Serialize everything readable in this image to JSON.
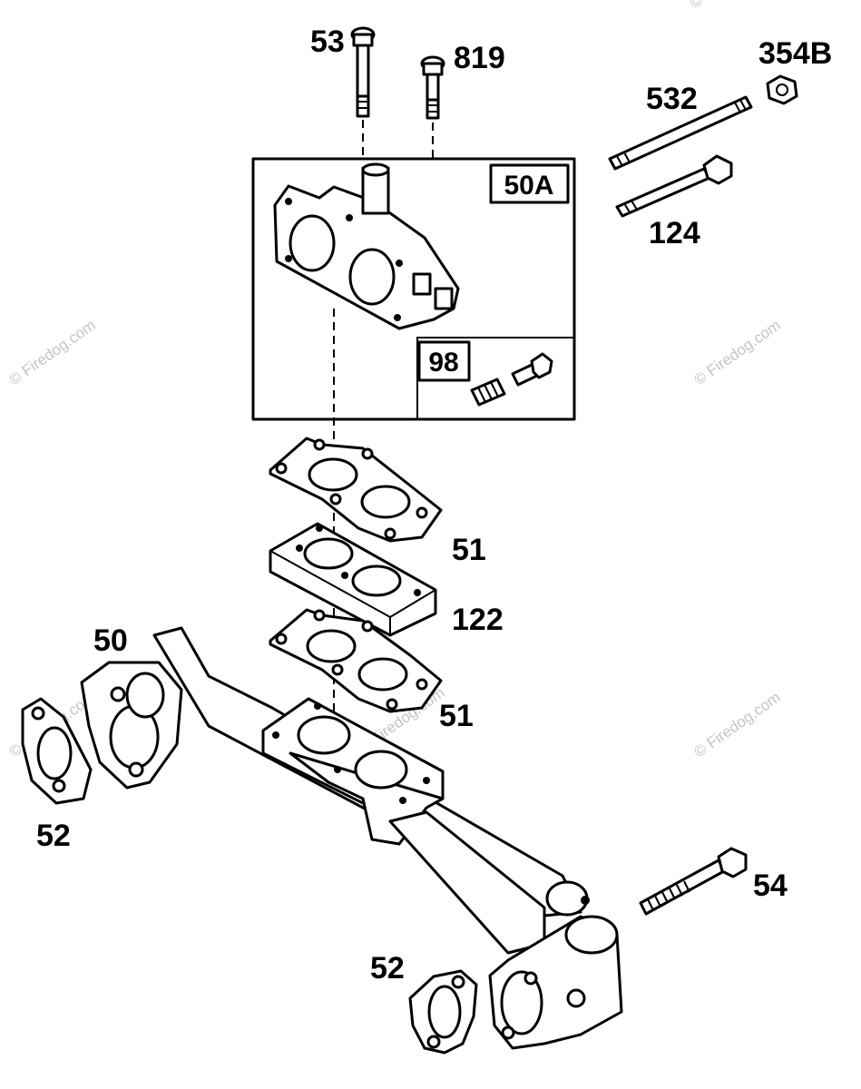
{
  "watermark": {
    "text": "© Firedog.com",
    "color": "#c4c4c4"
  },
  "inset": {
    "main_label": "50A",
    "sub_label": "98"
  },
  "callouts": {
    "bolt_53": "53",
    "bolt_819": "819",
    "nut_354b": "354B",
    "stud_532": "532",
    "bolt_124": "124",
    "gasket_upper_51": "51",
    "spacer_122": "122",
    "gasket_lower_51": "51",
    "manifold_50": "50",
    "gasket_left_52": "52",
    "gasket_bottom_52": "52",
    "bolt_54": "54"
  }
}
